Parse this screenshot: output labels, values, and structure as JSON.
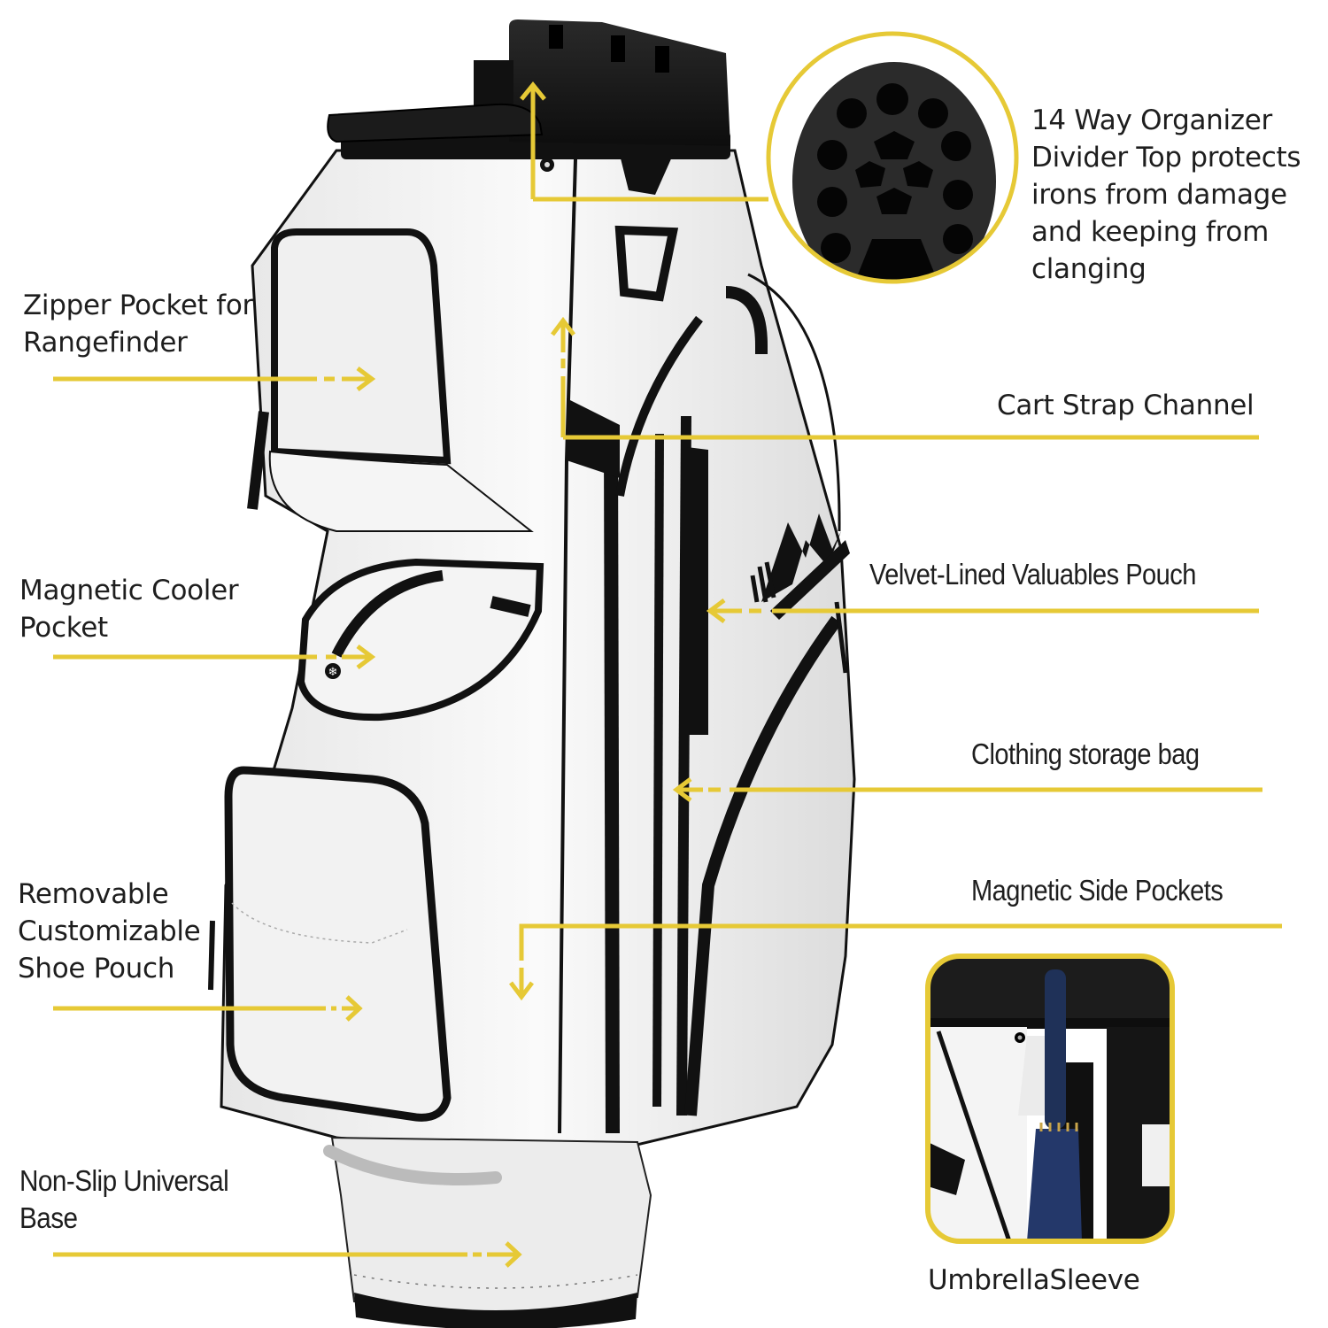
{
  "colors": {
    "accent": "#e6c936",
    "text": "#1e1e1e",
    "bag_white": "#f2f2f2",
    "bag_black": "#141414",
    "umbrella_blue": "#1f3158"
  },
  "callouts": {
    "divider_top": {
      "text": "14 Way Organizer\nDivider Top protects\nirons from damage\nand keeping from\nclanging",
      "icon": "organizer-top-inset"
    },
    "rangefinder": {
      "text": "Zipper Pocket for\nRangefinder"
    },
    "cart_strap": {
      "text": "Cart Strap Channel"
    },
    "cooler": {
      "text": "Magnetic Cooler\nPocket",
      "icon": "snowflake-icon"
    },
    "valuables": {
      "text": "Velvet-Lined Valuables Pouch"
    },
    "clothing": {
      "text": "Clothing storage bag"
    },
    "side_pockets": {
      "text": "Magnetic Side Pockets"
    },
    "shoe_pouch": {
      "text": "Removable\nCustomizable\nShoe Pouch"
    },
    "base": {
      "text": "Non-Slip Universal\nBase"
    },
    "umbrella": {
      "text": "UmbrellaSleeve",
      "icon": "umbrella-sleeve-inset"
    }
  }
}
